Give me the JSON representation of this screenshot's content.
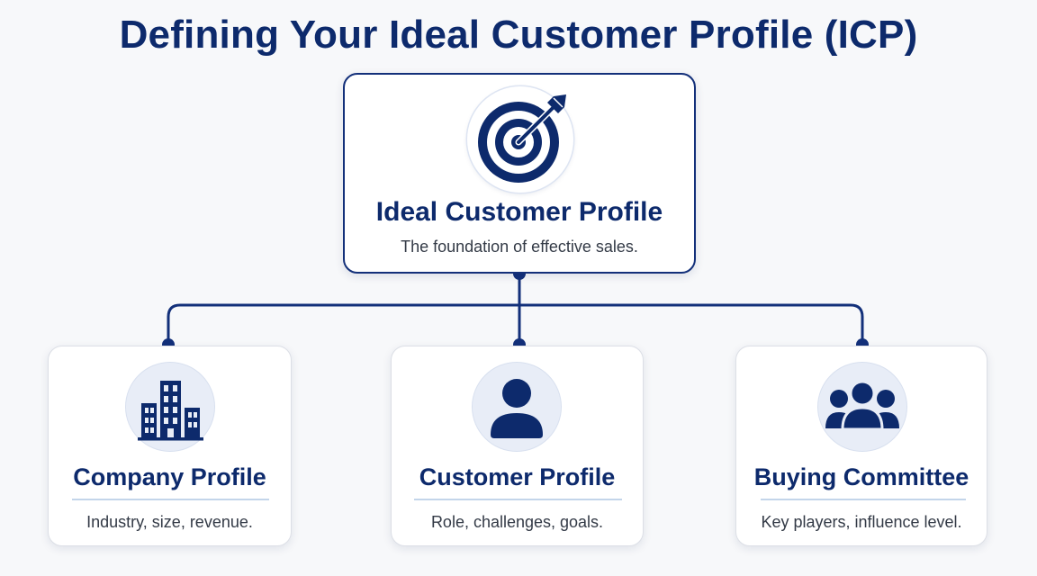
{
  "title": "Defining Your Ideal Customer Profile (ICP)",
  "root": {
    "title": "Ideal Customer Profile",
    "description": "The foundation of effective sales.",
    "icon": "target-icon"
  },
  "children": [
    {
      "title": "Company Profile",
      "description": "Industry, size, revenue.",
      "icon": "building-icon"
    },
    {
      "title": "Customer Profile",
      "description": "Role, challenges, goals.",
      "icon": "person-icon"
    },
    {
      "title": "Buying Committee",
      "description": "Key players, influence level.",
      "icon": "group-icon"
    }
  ],
  "colors": {
    "primary": "#0d2a6c",
    "connector": "#13307a",
    "icon_bg": "#e8edf7",
    "divider": "#c3d5ea",
    "background": "#f7f8fa"
  }
}
